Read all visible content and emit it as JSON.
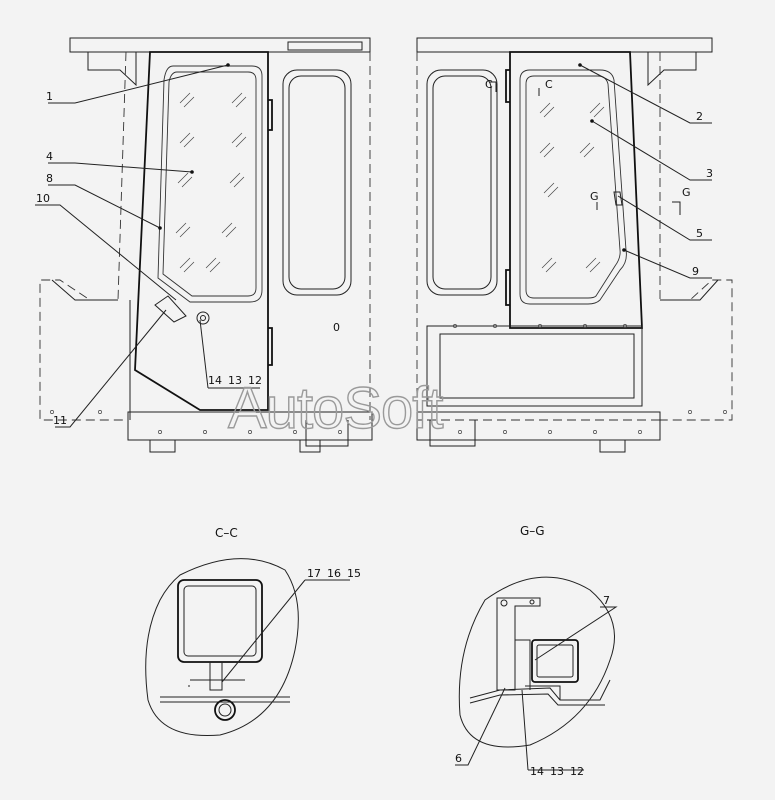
{
  "watermark": "AutoSoft",
  "sections": {
    "cc": "C–C",
    "gg": "G–G"
  },
  "callouts": {
    "c1": "1",
    "c2": "2",
    "c3": "3",
    "c4": "4",
    "c5": "5",
    "c6": "6",
    "c7": "7",
    "c8": "8",
    "c9": "9",
    "c10": "10",
    "c11": "11",
    "left_group": [
      "14",
      "13",
      "12"
    ],
    "cc_group": [
      "17",
      "16",
      "15"
    ],
    "gg_group": [
      "14",
      "13",
      "12"
    ]
  },
  "section_marks": {
    "c_left": "C",
    "c_right": "C",
    "g_left": "G",
    "g_right": "G"
  },
  "small_mark": "0"
}
